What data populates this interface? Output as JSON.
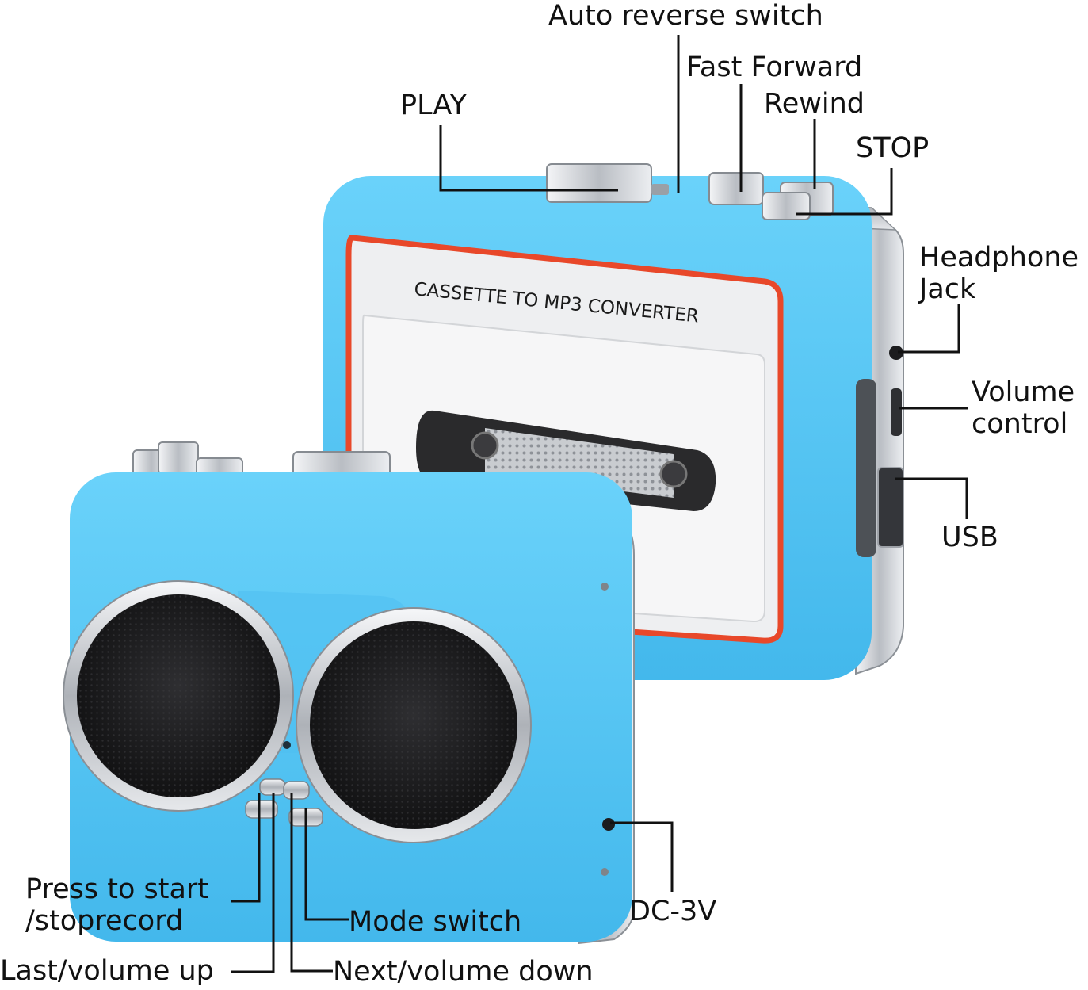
{
  "device": {
    "window_text": "CASSETTE TO MP3 CONVERTER",
    "colors": {
      "body_blue": "#56c8f5",
      "body_blue_dark": "#3fb3e6",
      "accent_red": "#e8482a",
      "chrome": "#c9ccd1",
      "speaker_grille": "#1c1c1e"
    }
  },
  "callouts": {
    "auto_reverse": "Auto reverse switch",
    "play": "PLAY",
    "fast_forward": "Fast Forward",
    "rewind": "Rewind",
    "stop": "STOP",
    "headphone": "Headphone\nJack",
    "volume": "Volume\ncontrol",
    "usb": "USB",
    "dc": "DC-3V",
    "record": "Press to start\n/stoprecord",
    "mode": "Mode switch",
    "last": "Last/volume up",
    "next": "Next/volume down"
  }
}
